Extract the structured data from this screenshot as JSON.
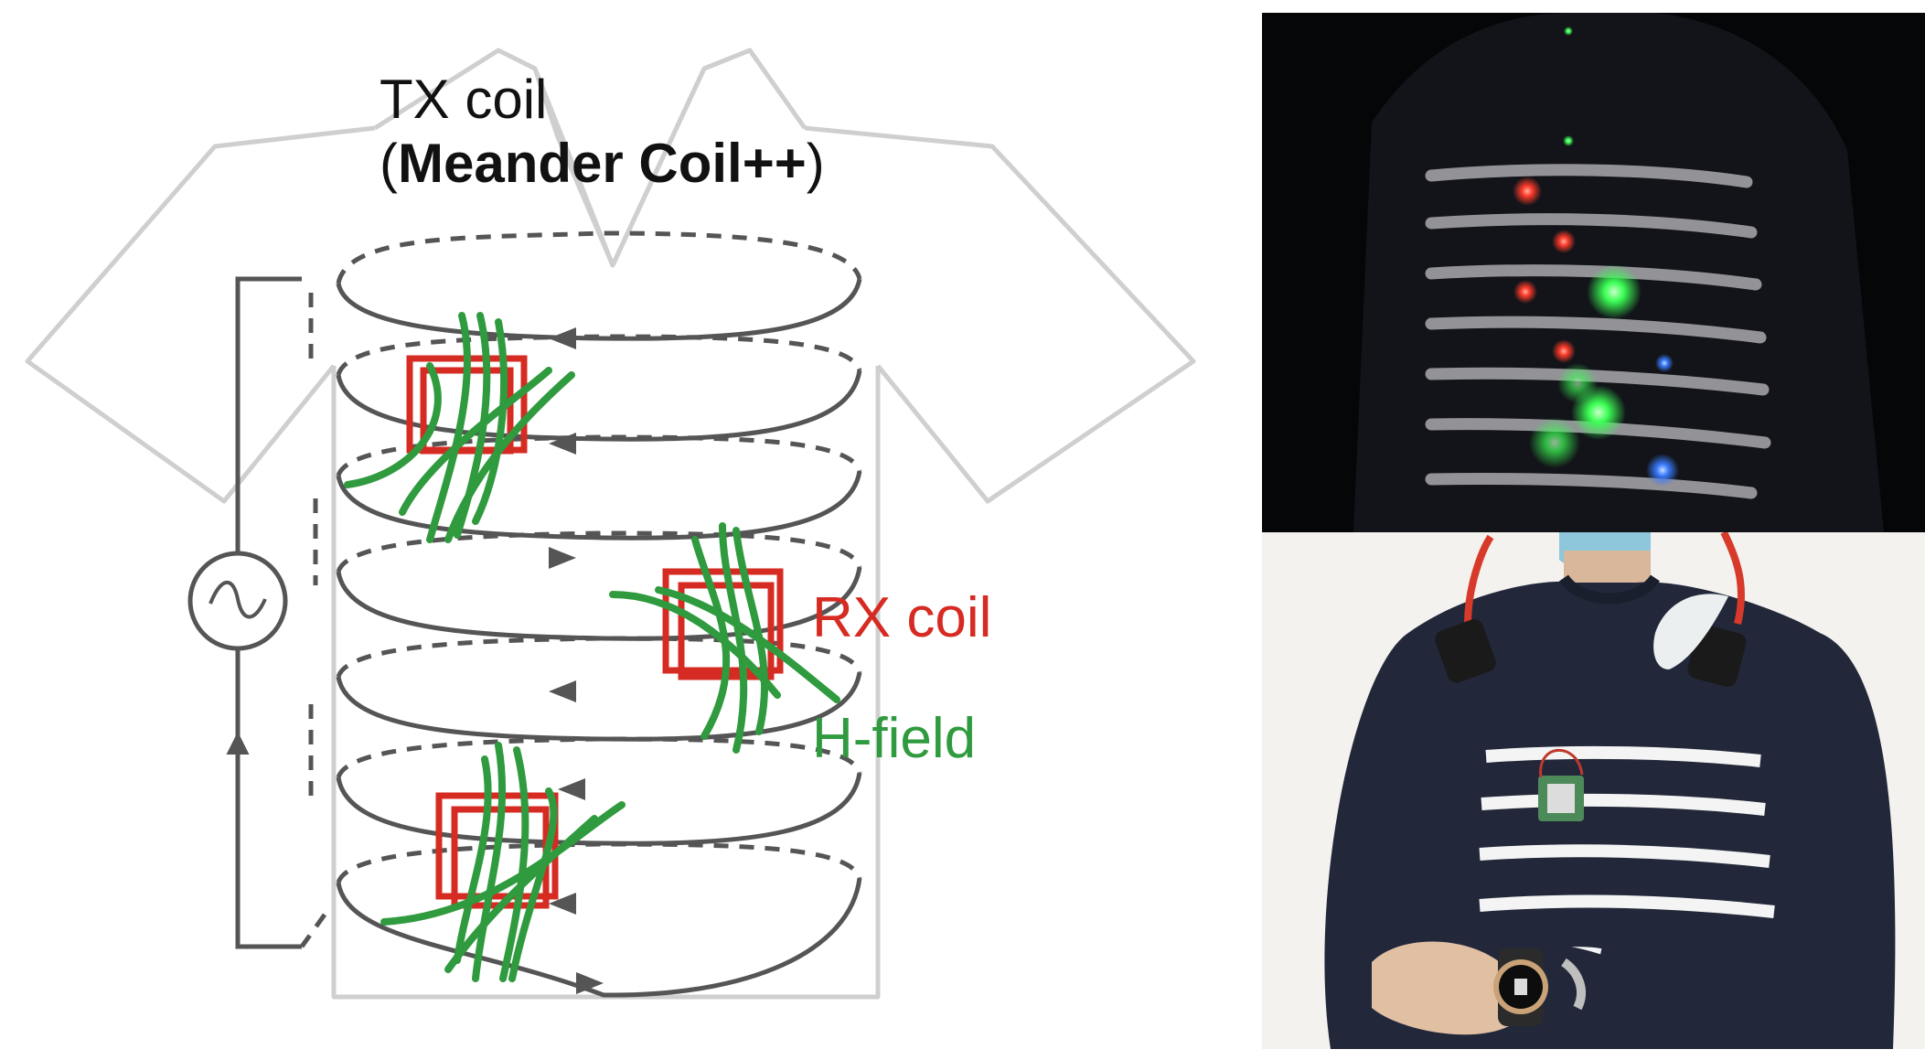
{
  "labels": {
    "tx_line1": "TX coil",
    "tx_open": "(",
    "tx_bold": "Meander Coil++",
    "tx_close": ")",
    "rx": "RX coil",
    "hfield": "H-field"
  },
  "colors": {
    "coil": "#555555",
    "shirt_outline": "#cfcfcf",
    "rx_coil": "#d62b22",
    "h_field": "#2f9a3e",
    "led_red": "#ff3b2a",
    "led_green": "#3cff55",
    "led_blue": "#3a7bff"
  },
  "photos": {
    "top": {
      "subject": "shirt with glowing LEDs in the dark",
      "stripes": 7
    },
    "bottom": {
      "subject": "person wearing striped shirt with RX devices and smartwatch",
      "stripes": 5
    }
  }
}
